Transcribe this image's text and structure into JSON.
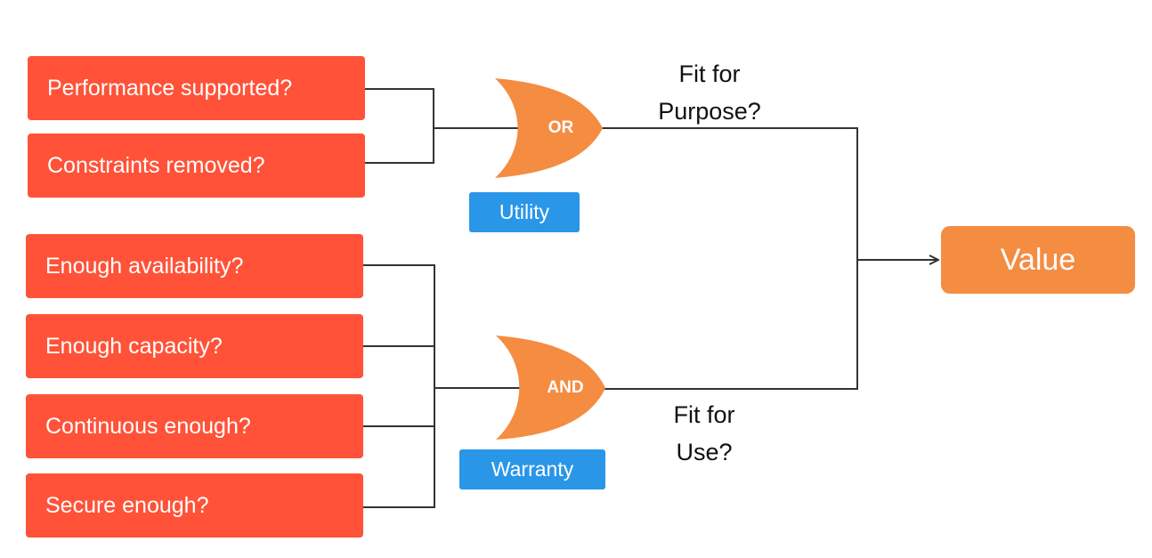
{
  "colors": {
    "input_box": "#FF5238",
    "gate": "#F48C42",
    "tag": "#2996E8",
    "value_box": "#F48C42",
    "connector": "#333333"
  },
  "inputs": {
    "utility": [
      "Performance supported?",
      "Constraints removed?"
    ],
    "warranty": [
      "Enough availability?",
      "Enough capacity?",
      "Continuous enough?",
      "Secure enough?"
    ]
  },
  "gates": {
    "or_label": "OR",
    "and_label": "AND"
  },
  "tags": {
    "utility": "Utility",
    "warranty": "Warranty"
  },
  "outputs": {
    "fit_for_purpose": {
      "line1": "Fit for",
      "line2": "Purpose?"
    },
    "fit_for_use": {
      "line1": "Fit for",
      "line2": "Use?"
    }
  },
  "result": "Value"
}
